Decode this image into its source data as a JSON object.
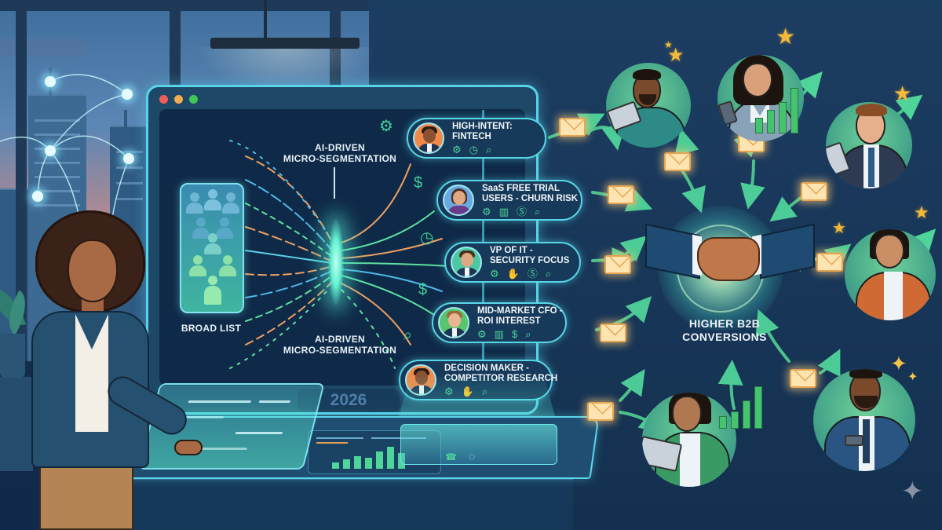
{
  "scene": {
    "title": "AI-Driven Micro-Segmentation for Higher B2B Conversions",
    "background_colors": {
      "wall": "#14304f",
      "accent_cyan": "#57d5e6",
      "accent_green": "#4fd49a",
      "envelope": "#fde4b0",
      "star": "#f3b93a"
    }
  },
  "monitor": {
    "window_dots": [
      "#ef5f56",
      "#f2ad4e",
      "#44c657"
    ],
    "broad_list_label": "BROAD LIST",
    "top_label": "AI-DRIVEN\nMICRO-SEGMENTATION",
    "bottom_label": "AI-DRIVEN\nMICRO-SEGMENTATION",
    "year": "2026"
  },
  "segments": [
    {
      "title_line1": "HIGH-INTENT:",
      "title_line2": "FINTECH",
      "avatar_bg": "#f08a4b",
      "skin": "#8a5232",
      "icons": [
        "gear-icon",
        "clock-icon",
        "search-icon"
      ],
      "icon_glyphs": [
        "⚙",
        "◷",
        "⌕"
      ],
      "side_icon": "⚙"
    },
    {
      "title_line1": "SaaS FREE TRIAL",
      "title_line2": "USERS - CHURN RISK",
      "avatar_bg": "#6aa8e0",
      "skin": "#e0a783",
      "icons": [
        "gears-icon",
        "bar-chart-icon",
        "dollar-icon",
        "search-icon"
      ],
      "icon_glyphs": [
        "⚙",
        "▥",
        "Ⓢ",
        "⌕"
      ],
      "side_icon": "$"
    },
    {
      "title_line1": "VP OF IT -",
      "title_line2": "SECURITY FOCUS",
      "avatar_bg": "#4cc9a4",
      "skin": "#e0a783",
      "icons": [
        "gears-icon",
        "handshake-icon",
        "dollar-icon",
        "search-icon"
      ],
      "icon_glyphs": [
        "⚙",
        "✋",
        "Ⓢ",
        "⌕"
      ],
      "side_icon": "◷"
    },
    {
      "title_line1": "MID-MARKET CFO -",
      "title_line2": "ROI INTEREST",
      "avatar_bg": "#58c46e",
      "skin": "#eab592",
      "icons": [
        "gears-icon",
        "bar-chart-icon",
        "dollar-icon",
        "search-icon"
      ],
      "icon_glyphs": [
        "⚙",
        "▥",
        "$",
        "⌕"
      ],
      "side_icon": "$"
    },
    {
      "title_line1": "DECISION MAKER -",
      "title_line2": "COMPETITOR RESEARCH",
      "avatar_bg": "#f08a4b",
      "skin": "#8a5232",
      "icons": [
        "gears-icon",
        "handshake-icon",
        "search-icon"
      ],
      "icon_glyphs": [
        "⚙",
        "✋",
        "⌕"
      ],
      "side_icon": "⌕"
    }
  ],
  "hub": {
    "label_line1": "HIGHER B2B",
    "label_line2": "CONVERSIONS"
  },
  "customers": [
    {
      "name": "man-with-tablet-teal-shirt",
      "outfit": "#2e8a86",
      "skin": "#7a4a2c"
    },
    {
      "name": "woman-with-phone-growth-chart",
      "outfit": "#8aa2b8",
      "skin": "#d9a07a"
    },
    {
      "name": "man-in-suit-with-tablet",
      "outfit": "#2c3a52",
      "skin": "#e6b08c"
    },
    {
      "name": "woman-orange-blazer-pointing-envelope",
      "outfit": "#d06a34",
      "skin": "#c98e64"
    },
    {
      "name": "woman-green-blazer-with-laptop",
      "outfit": "#3a9a64",
      "skin": "#b07850"
    },
    {
      "name": "man-blue-suit-pointing-with-phone",
      "outfit": "#2a5582",
      "skin": "#7a4a2c"
    }
  ],
  "glyphs": {
    "star": "★",
    "sparkle": "✦",
    "watermark": "✦"
  }
}
